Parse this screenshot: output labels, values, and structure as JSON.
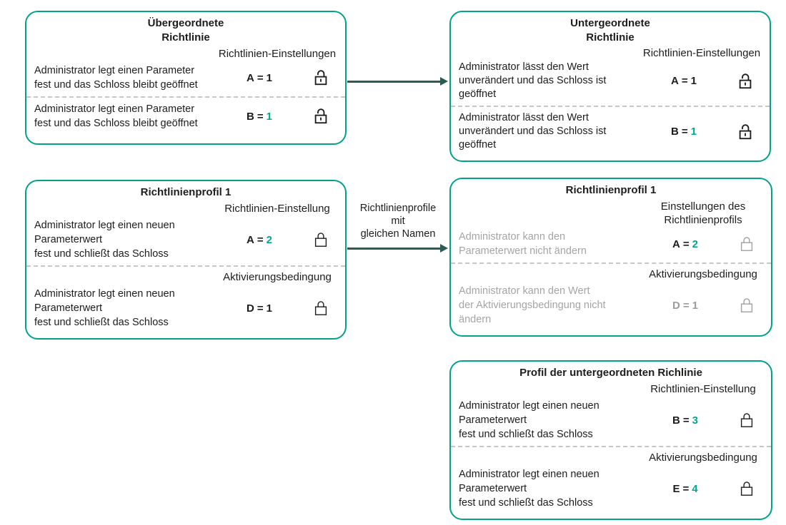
{
  "eq": "=",
  "colors": {
    "box_border": "#00a38a",
    "accent_value": "#00a88b",
    "arrow": "#2b5c54",
    "text": "#1d1d1b",
    "muted_text": "#a5a5a5",
    "muted_lock": "#a0a0a0",
    "divider": "#c6c6c6"
  },
  "connector": {
    "label": "Richtlinienprofile\nmit\ngleichen Namen"
  },
  "boxes": [
    {
      "title": "Übergeordnete\nRichtlinie",
      "section_label": "Richtlinien-Einstellungen",
      "rows": [
        {
          "desc": "Administrator legt einen Parameter\nfest und das Schloss bleibt geöffnet",
          "param": "A",
          "value": "1",
          "lock": "open"
        },
        {
          "desc": "Administrator legt einen Parameter\nfest und das Schloss bleibt geöffnet",
          "param": "B",
          "value": "1",
          "lock": "open"
        }
      ]
    },
    {
      "title": "Untergeordnete\nRichtlinie",
      "section_label": "Richtlinien-Einstellungen",
      "rows": [
        {
          "desc": "Administrator lässt den Wert\nunverändert und das Schloss ist\ngeöffnet",
          "param": "A",
          "value": "1",
          "lock": "open"
        },
        {
          "desc": "Administrator lässt den Wert\nunverändert und das Schloss ist\ngeöffnet",
          "param": "B",
          "value": "1",
          "lock": "open"
        }
      ]
    },
    {
      "title": "Richtlinienprofil 1",
      "rows": [
        {
          "label": "Richtlinien-Einstellung",
          "desc": "Administrator legt einen neuen\nParameterwert\nfest und schließt das Schloss",
          "param": "A",
          "value": "2",
          "lock": "closed"
        },
        {
          "label": "Aktivierungsbedingung",
          "desc": "Administrator legt einen neuen\nParameterwert\nfest und schließt das Schloss",
          "param": "D",
          "value": "1",
          "lock": "closed"
        }
      ]
    },
    {
      "title": "Richtlinienprofil 1",
      "rows": [
        {
          "label": "Einstellungen des\nRichtlinienprofils",
          "desc": "Administrator kann den\nParameterwert nicht ändern",
          "param": "A",
          "value": "2",
          "lock": "closed"
        },
        {
          "label": "Aktivierungsbedingung",
          "desc": "Administrator kann den Wert\nder Aktivierungsbedingung nicht\nändern",
          "param": "D",
          "value": "1",
          "lock": "closed"
        }
      ]
    },
    {
      "title": "Profil der untergeordneten Richlinie",
      "rows": [
        {
          "label": "Richtlinien-Einstellung",
          "desc": "Administrator legt einen neuen\nParameterwert\nfest und schließt das Schloss",
          "param": "B",
          "value": "3",
          "lock": "closed"
        },
        {
          "label": "Aktivierungsbedingung",
          "desc": "Administrator legt einen neuen\nParameterwert\nfest und schließt das Schloss",
          "param": "E",
          "value": "4",
          "lock": "closed"
        }
      ]
    }
  ]
}
